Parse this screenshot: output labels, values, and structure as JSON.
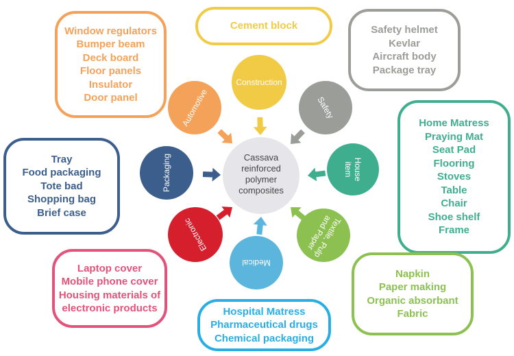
{
  "center": {
    "lines": [
      "Cassava",
      "reinforced",
      "polymer",
      "composites"
    ],
    "color": "#e6e6ea"
  },
  "categories": [
    {
      "id": "automotive",
      "label": [
        "Automotive"
      ],
      "color": "#f4a259"
    },
    {
      "id": "construction",
      "label": [
        "Construction"
      ],
      "color": "#f2cb46"
    },
    {
      "id": "safety",
      "label": [
        "Safety"
      ],
      "color": "#9a9d98"
    },
    {
      "id": "house-item",
      "label": [
        "House",
        "item"
      ],
      "color": "#3fae8f"
    },
    {
      "id": "textile",
      "label": [
        "Textile, Pulp",
        "and Paper"
      ],
      "color": "#8cc152"
    },
    {
      "id": "medical",
      "label": [
        "Medical"
      ],
      "color": "#5bb5dc"
    },
    {
      "id": "electronic",
      "label": [
        "Electronic"
      ],
      "color": "#d61f2c"
    },
    {
      "id": "packaging",
      "label": [
        "Packaging"
      ],
      "color": "#3c5e8c"
    }
  ],
  "boxes": [
    {
      "id": "construction",
      "color": "#f2cb46",
      "items": [
        "Cement block"
      ]
    },
    {
      "id": "automotive",
      "color": "#f4a259",
      "items": [
        "Window regulators",
        "Bumper beam",
        "Deck board",
        "Floor panels",
        "Insulator",
        "Door panel"
      ]
    },
    {
      "id": "safety",
      "color": "#9a9d98",
      "items": [
        "Safety helmet",
        "Kevlar",
        "Aircraft body",
        "Package tray"
      ]
    },
    {
      "id": "house-item",
      "color": "#3fae8f",
      "items": [
        "Home Matress",
        "Praying Mat",
        "Seat Pad",
        "Flooring",
        "Stoves",
        "Table",
        "Chair",
        "Shoe shelf",
        "Frame"
      ]
    },
    {
      "id": "packaging",
      "color": "#3c5e8c",
      "items": [
        "Tray",
        "Food packaging",
        "Tote bad",
        "Shopping bag",
        "Brief case"
      ]
    },
    {
      "id": "electronic",
      "color": "#e2527a",
      "items": [
        "Laptop cover",
        "Mobile phone cover",
        "Housing materials of",
        "electronic products"
      ]
    },
    {
      "id": "textile",
      "color": "#8cc152",
      "items": [
        "Napkin",
        "Paper making",
        "Organic absorbant",
        "Fabric"
      ]
    },
    {
      "id": "medical",
      "color": "#29aee3",
      "items": [
        "Hospital Matress",
        "Pharmaceutical drugs",
        "Chemical packaging"
      ]
    }
  ]
}
